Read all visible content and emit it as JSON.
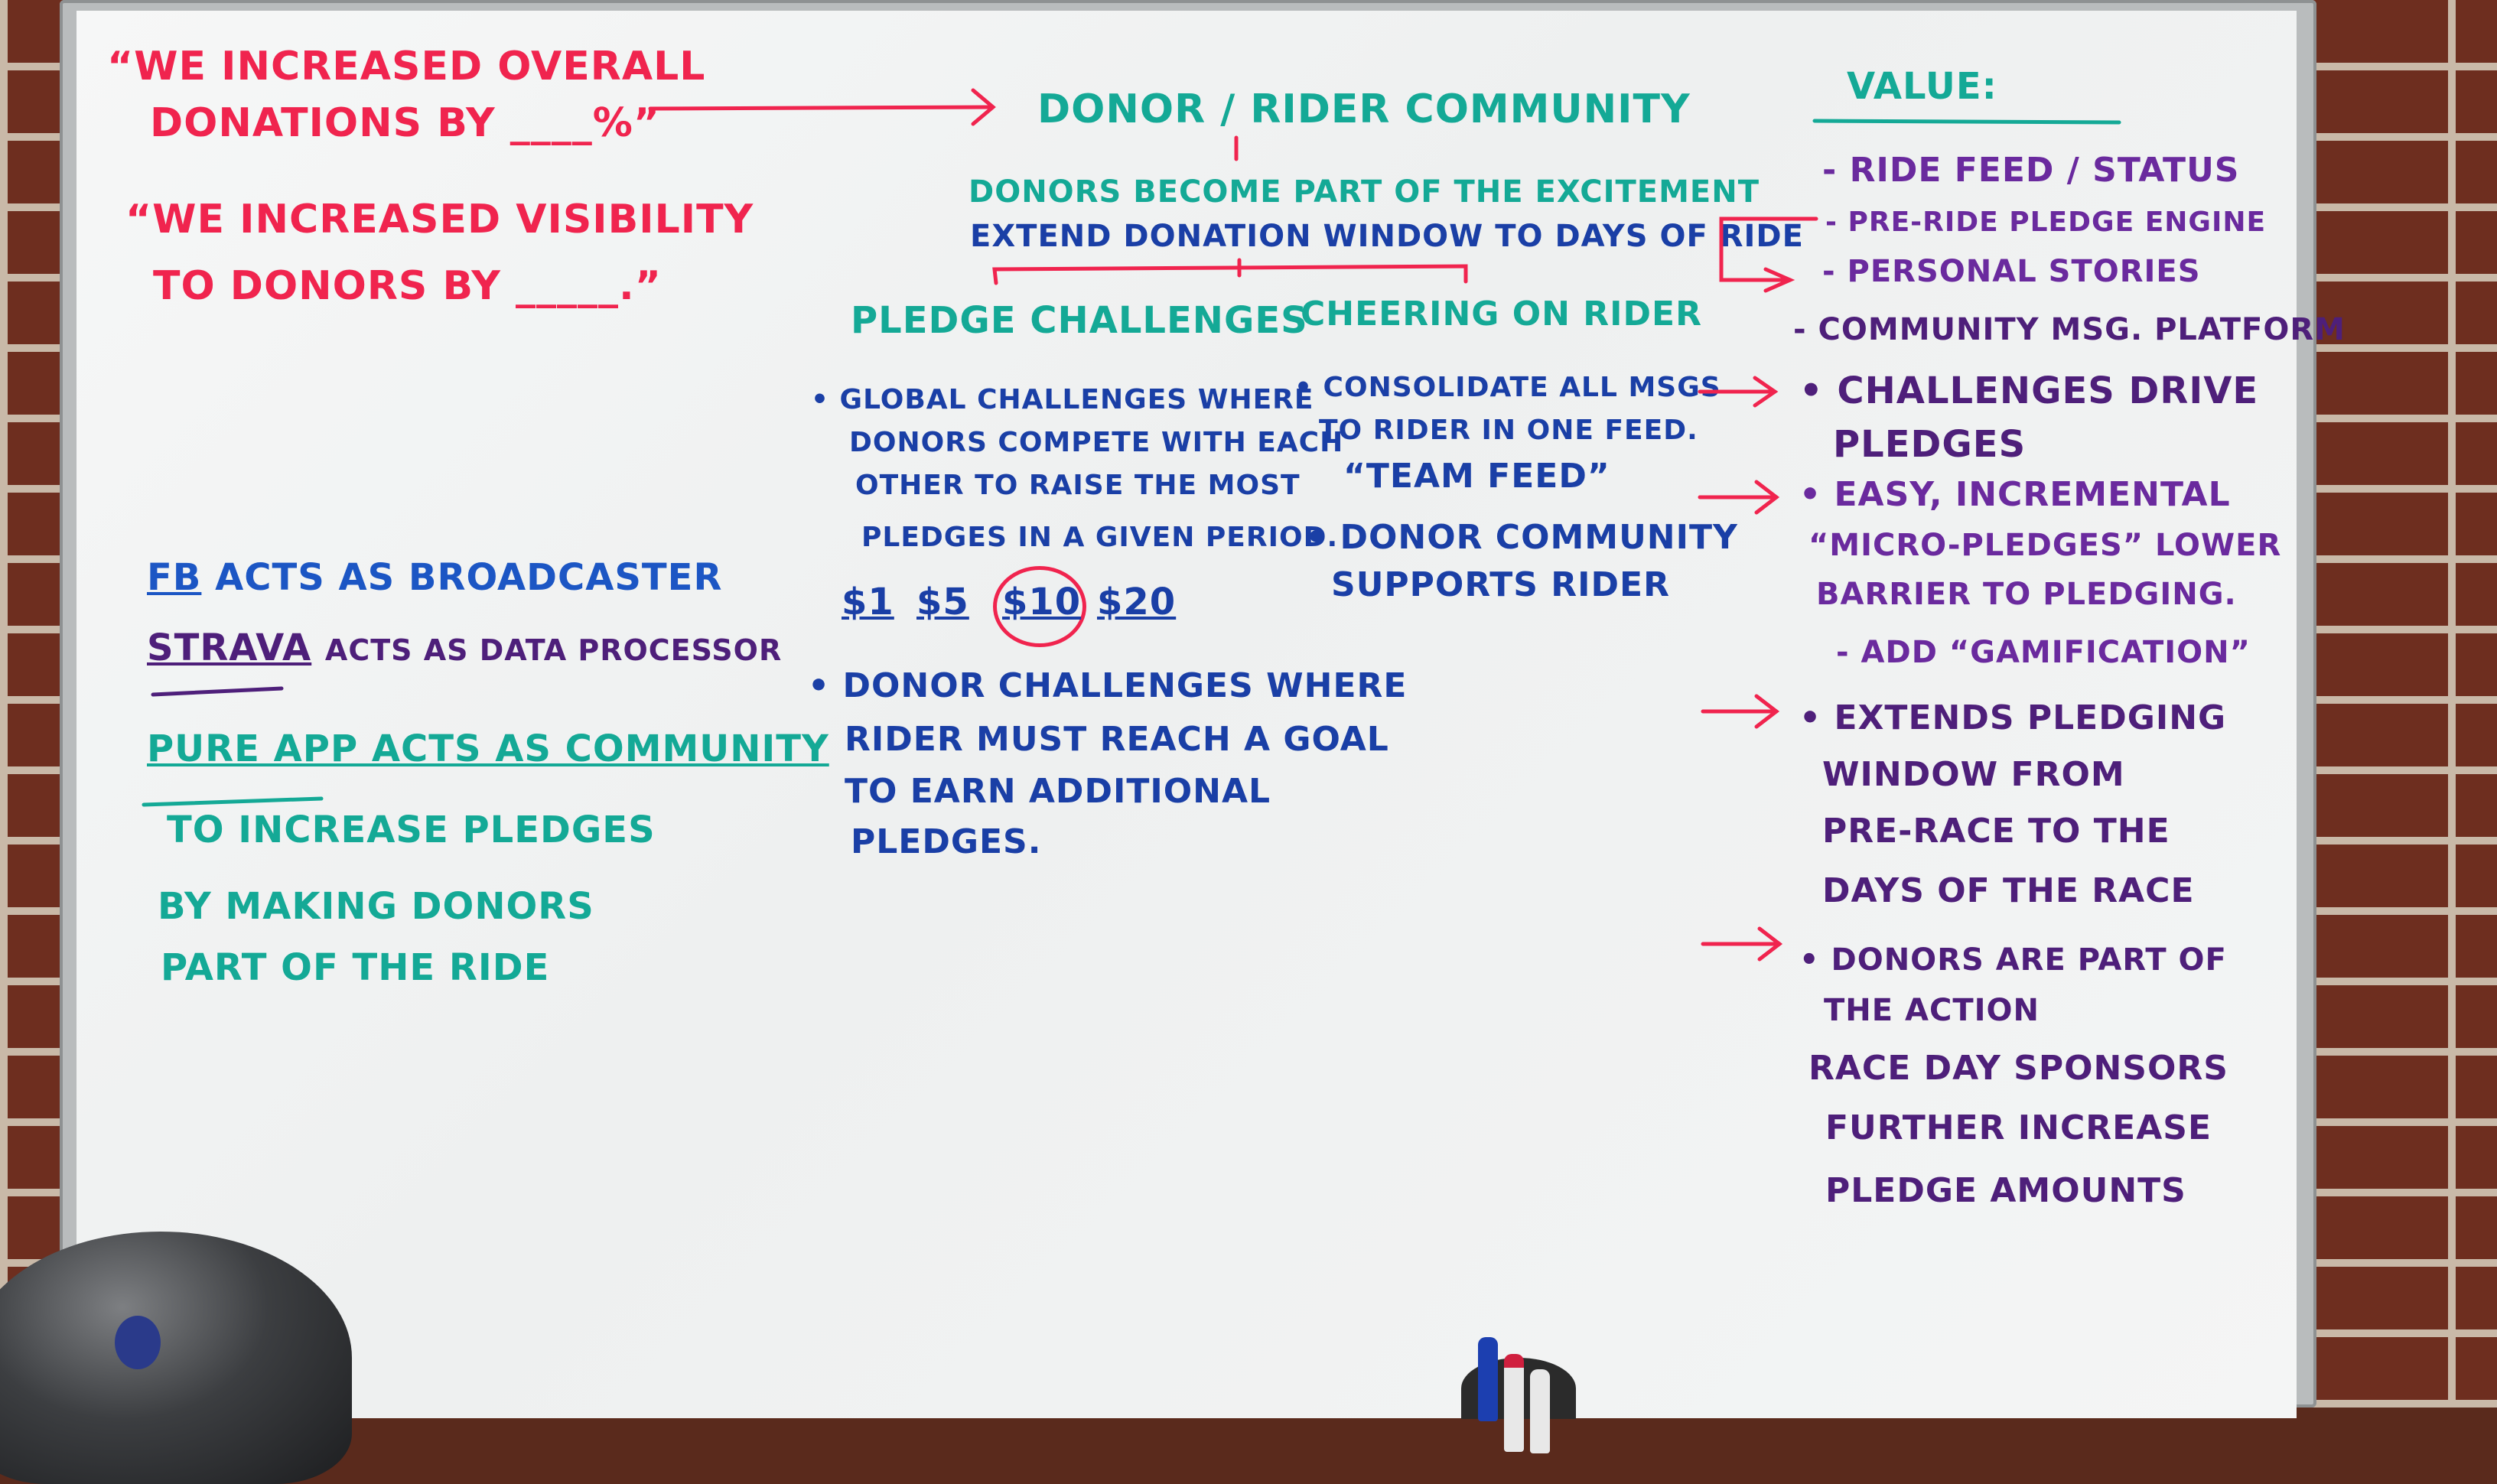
{
  "left_column": {
    "quote1_line1": "“We increased overall",
    "quote1_line2": "donations by ____%”",
    "quote2_line1": "“We increased visibility",
    "quote2_line2": "to donors by _____.”",
    "fb_name": "FB",
    "fb_text": "acts as broadcaster",
    "strava_name": "Strava",
    "strava_text": "acts as data processor",
    "pure_app": "Pure App acts as community",
    "pure_line1": "to increase pledges",
    "pure_line2": "by making donors",
    "pure_line3": "part of the ride"
  },
  "center_column": {
    "heading": "Donor / Rider Community",
    "sub1": "Donors become part of the excitement",
    "sub2": "Extend donation window to days of ride",
    "pledge_heading": "Pledge Challenges",
    "pledge_b1_l1": "Global challenges where",
    "pledge_b1_l2": "donors compete with each",
    "pledge_b1_l3": "other to raise the most",
    "pledge_b1_l4": "pledges in a given period.",
    "amount1": "$1",
    "amount2": "$5",
    "amount3": "$10",
    "amount4": "$20",
    "pledge_b2_l1": "Donor challenges where",
    "pledge_b2_l2": "rider must reach a goal",
    "pledge_b2_l3": "to earn additional",
    "pledge_b2_l4": "pledges.",
    "cheer_heading": "Cheering on rider",
    "cheer_b1_l1": "Consolidate all msgs",
    "cheer_b1_l2": "to rider in one feed.",
    "cheer_b1_l3": "“Team feed”",
    "cheer_b2_l1": "Donor community",
    "cheer_b2_l2": "supports rider"
  },
  "right_column": {
    "heading": "Value:",
    "v1": "- Ride feed / status",
    "v2": "- Pre-ride pledge engine",
    "v3": "- Personal stories",
    "v4": "- Community msg. platform",
    "v5_l1": "Challenges drive",
    "v5_l2": "pledges",
    "v6_l1": "Easy, incremental",
    "v6_l2": "“micro-pledges” lower",
    "v6_l3": "barrier to pledging.",
    "v6_l4": "- Add “gamification”",
    "v7_l1": "Extends pledging",
    "v7_l2": "window from",
    "v7_l3": "pre-race to the",
    "v7_l4": "days of the race",
    "v8_l1": "Donors are part of",
    "v8_l2": "the action",
    "v9_l1": "Race day sponsors",
    "v9_l2": "further increase",
    "v9_l3": "pledge amounts"
  },
  "colors": {
    "red_marker": "#f0244e",
    "teal_marker": "#14a996",
    "blue_marker": "#1c56c4",
    "purple_marker": "#6a2a9e",
    "brick": "#6e2e1f",
    "board": "#f4f5f5"
  }
}
